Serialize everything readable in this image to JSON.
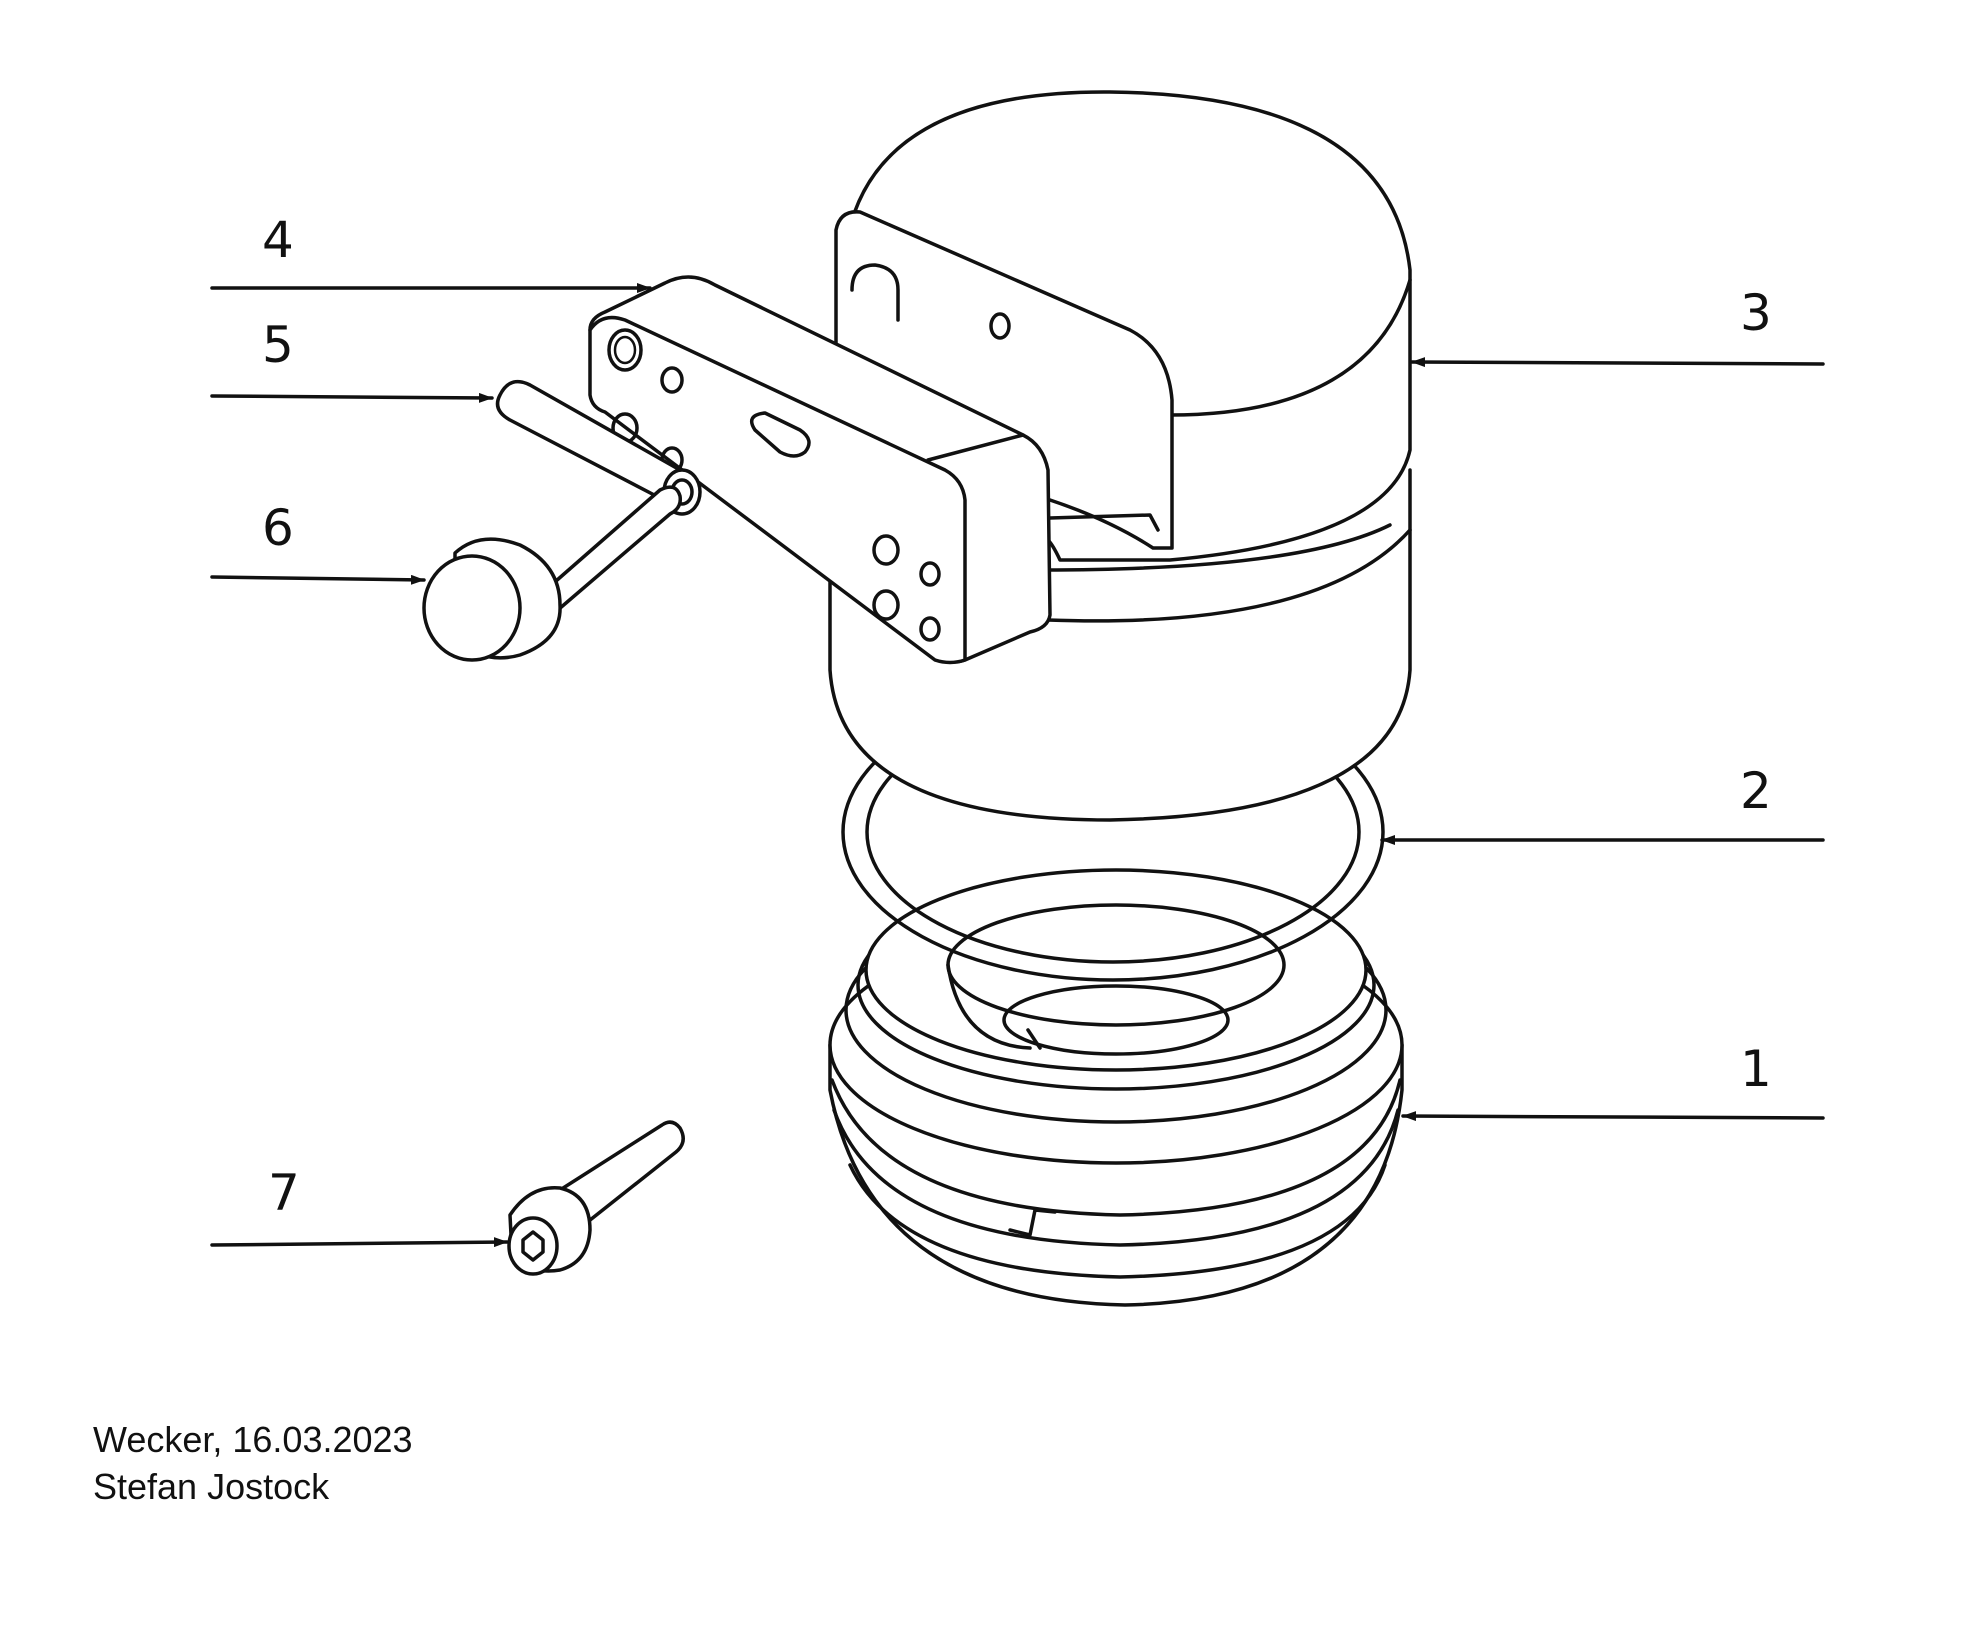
{
  "callouts": [
    {
      "id": "1",
      "label": "1"
    },
    {
      "id": "2",
      "label": "2"
    },
    {
      "id": "3",
      "label": "3"
    },
    {
      "id": "4",
      "label": "4"
    },
    {
      "id": "5",
      "label": "5"
    },
    {
      "id": "6",
      "label": "6"
    },
    {
      "id": "7",
      "label": "7"
    }
  ],
  "footer": {
    "place_date": "Wecker, 16.03.2023",
    "author": "Stefan Jostock"
  },
  "colors": {
    "line": "#111111",
    "background": "#ffffff"
  }
}
